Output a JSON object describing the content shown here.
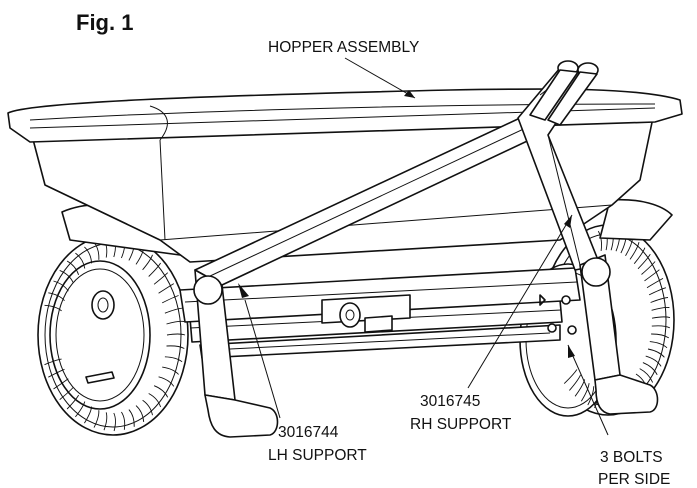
{
  "figure": {
    "title": "Fig. 1"
  },
  "callouts": {
    "hopper": {
      "line1": "HOPPER ASSEMBLY"
    },
    "lh_support": {
      "line1": "3016744",
      "line2": "LH SUPPORT"
    },
    "rh_support": {
      "line1": "3016745",
      "line2": "RH SUPPORT"
    },
    "bolts": {
      "line1": "3 BOLTS",
      "line2": "PER SIDE"
    }
  }
}
